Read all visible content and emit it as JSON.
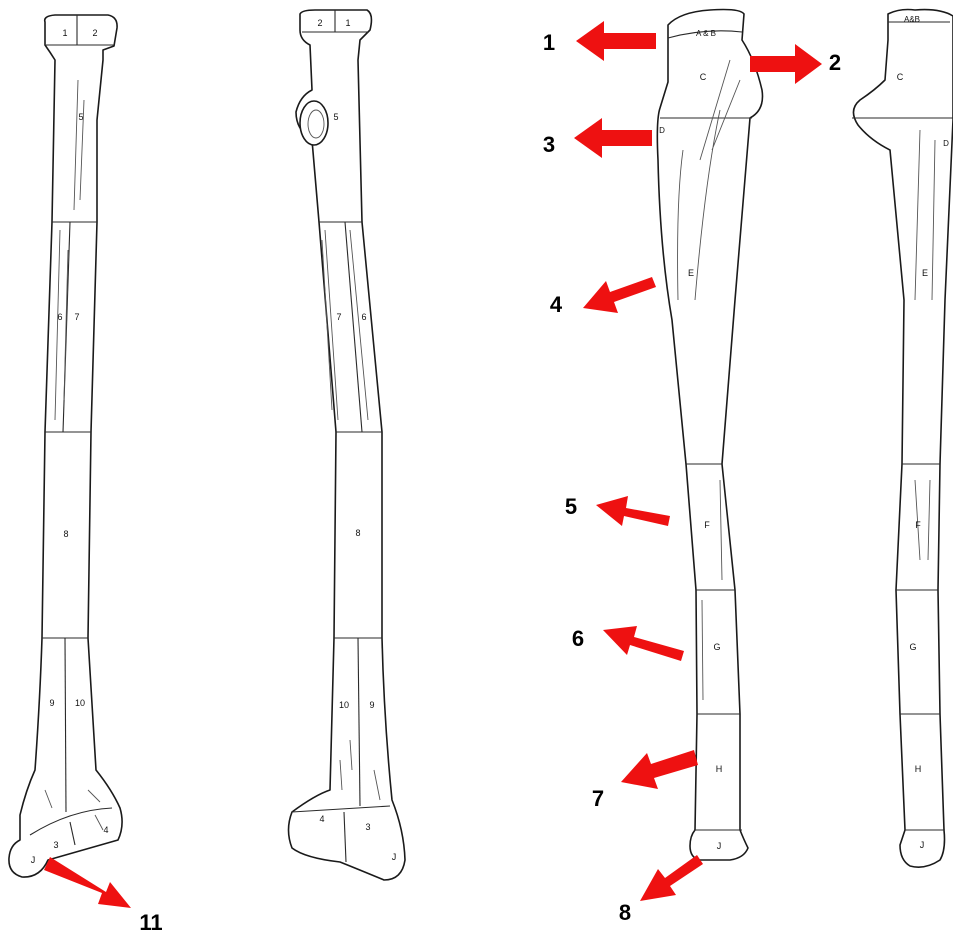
{
  "ulna_anterior": {
    "z1": "1",
    "z2": "2",
    "z5": "5",
    "z6": "6",
    "z7": "7",
    "z8": "8",
    "z9": "9",
    "z10": "10",
    "z3": "3",
    "z4": "4",
    "zJ": "J"
  },
  "ulna_posterior": {
    "z2": "2",
    "z1": "1",
    "z5": "5",
    "z7": "7",
    "z6": "6",
    "z8": "8",
    "z10": "10",
    "z9": "9",
    "z4": "4",
    "z3": "3",
    "zJ": "J"
  },
  "tibia_anterior": {
    "zAB": "A & B",
    "zC": "C",
    "zD": "D",
    "zE": "E",
    "zF": "F",
    "zG": "G",
    "zH": "H",
    "zJ": "J"
  },
  "tibia_lateral": {
    "zAB": "A&B",
    "zC": "C",
    "zD": "D",
    "zE": "E",
    "zF": "F",
    "zG": "G",
    "zH": "H",
    "zJ": "J"
  },
  "arrows": [
    "1",
    "2",
    "3",
    "4",
    "5",
    "6",
    "7",
    "8",
    "11"
  ],
  "colors": {
    "arrow": "#ee1111",
    "outline": "#1a1a1a",
    "background": "#ffffff"
  }
}
